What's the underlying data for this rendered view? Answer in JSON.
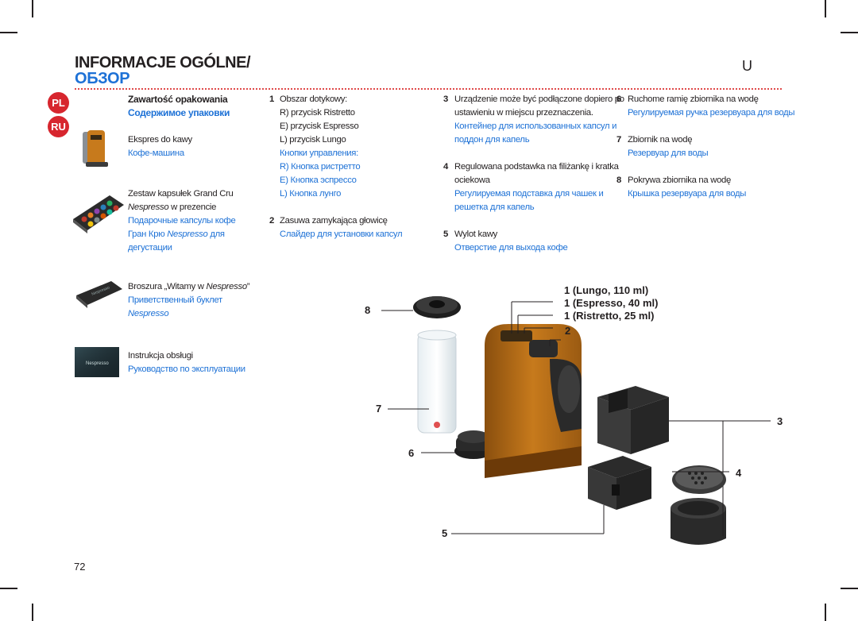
{
  "header": {
    "title_pl": "INFORMACJE OGÓLNE/",
    "title_ru": "ОБЗОР",
    "machine_letter": "U"
  },
  "badges": {
    "pl": "PL",
    "ru": "RU"
  },
  "contents": {
    "heading_pl": "Zawartość opakowania",
    "heading_ru": "Содержимое упаковки",
    "items": [
      {
        "pl": "Ekspres do kawy",
        "ru": "Кофе-машина"
      },
      {
        "pl_1": "Zestaw kapsułek Grand Cru",
        "pl_2_italic": "Nespresso",
        "pl_2_rest": " w prezencie",
        "ru_1": "Подарочные капсулы кофе",
        "ru_2a": "Гран Крю ",
        "ru_2_italic": "Nespresso",
        "ru_2b": " для",
        "ru_3": "дегустации"
      },
      {
        "pl_a": "Broszura „Witamy w ",
        "pl_italic": "Nespresso",
        "pl_b": "”",
        "ru_1": "Приветственный буклет",
        "ru_2_italic": "Nespresso"
      },
      {
        "pl": "Instrukcja obsługi",
        "ru": "Руководство по эксплуатации"
      }
    ]
  },
  "parts": [
    {
      "num": "1",
      "pl_lines": [
        "Obszar dotykowy:",
        "R) przycisk Ristretto",
        "E) przycisk Espresso",
        "L) przycisk Lungo"
      ],
      "ru_lines": [
        "Кнопки управления:",
        "R) Кнопка ристретто",
        "E) Кнопка эспрессо",
        "L) Кнопка лунго"
      ]
    },
    {
      "num": "2",
      "pl_lines": [
        "Zasuwa zamykająca głowicę"
      ],
      "ru_lines": [
        "Слайдер для установки капсул"
      ]
    },
    {
      "num": "3",
      "pl_lines": [
        "Urządzenie może być podłączone dopiero po",
        "ustawieniu w miejscu przeznaczenia."
      ],
      "ru_lines": [
        "Контейнер для использованных капсул и",
        "поддон для капель"
      ]
    },
    {
      "num": "4",
      "pl_lines": [
        "Regulowana podstawka na filiżankę i kratka",
        "ociekowa"
      ],
      "ru_lines": [
        "Регулируемая подставка для чашек и",
        "решетка для капель"
      ]
    },
    {
      "num": "5",
      "pl_lines": [
        "Wylot kawy"
      ],
      "ru_lines": [
        "Отверстие для выхода кофе"
      ]
    },
    {
      "num": "6",
      "pl_lines": [
        "Ruchome ramię zbiornika na wodę"
      ],
      "ru_lines": [
        "Регулируемая ручка резервуара для воды"
      ]
    },
    {
      "num": "7",
      "pl_lines": [
        "Zbiornik na wodę"
      ],
      "ru_lines": [
        "Резервуар для воды"
      ]
    },
    {
      "num": "8",
      "pl_lines": [
        "Pokrywa zbiornika na wodę"
      ],
      "ru_lines": [
        "Крышка резервуара для воды"
      ]
    }
  ],
  "diagram": {
    "buttons": [
      "1 (Lungo, 110 ml)",
      "1 (Espresso, 40 ml)",
      "1 (Ristretto, 25 ml)"
    ],
    "callouts": [
      "2",
      "3",
      "4",
      "5",
      "6",
      "7",
      "8"
    ],
    "booklet_cover_text": "Nespresso",
    "manual_cover_text": "Nespresso"
  },
  "page_number": "72",
  "colors": {
    "accent_red": "#d7262e",
    "russian_blue": "#1d71d6",
    "machine_orange": "#c77a1c"
  }
}
